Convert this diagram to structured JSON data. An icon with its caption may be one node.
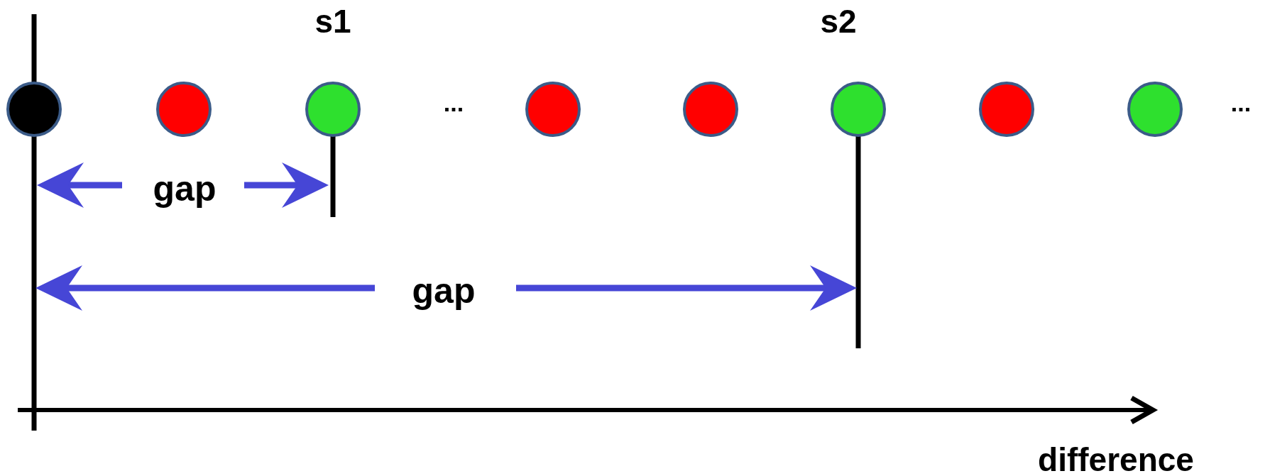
{
  "diagram": {
    "nodes": [
      {
        "text": [],
        "shape": "circle"
      },
      {
        "text": [],
        "shape": "circle"
      },
      {
        "text": [],
        "shape": "circle"
      },
      {
        "text": [],
        "shape": "circle"
      },
      {
        "text": [],
        "shape": "circle"
      },
      {
        "text": [],
        "shape": "circle"
      },
      {
        "text": [],
        "shape": "circle"
      },
      {
        "text": [],
        "shape": "circle"
      }
    ],
    "labels": [
      "s1",
      "s2",
      "...",
      "...",
      "gap",
      "gap",
      "difference"
    ]
  }
}
